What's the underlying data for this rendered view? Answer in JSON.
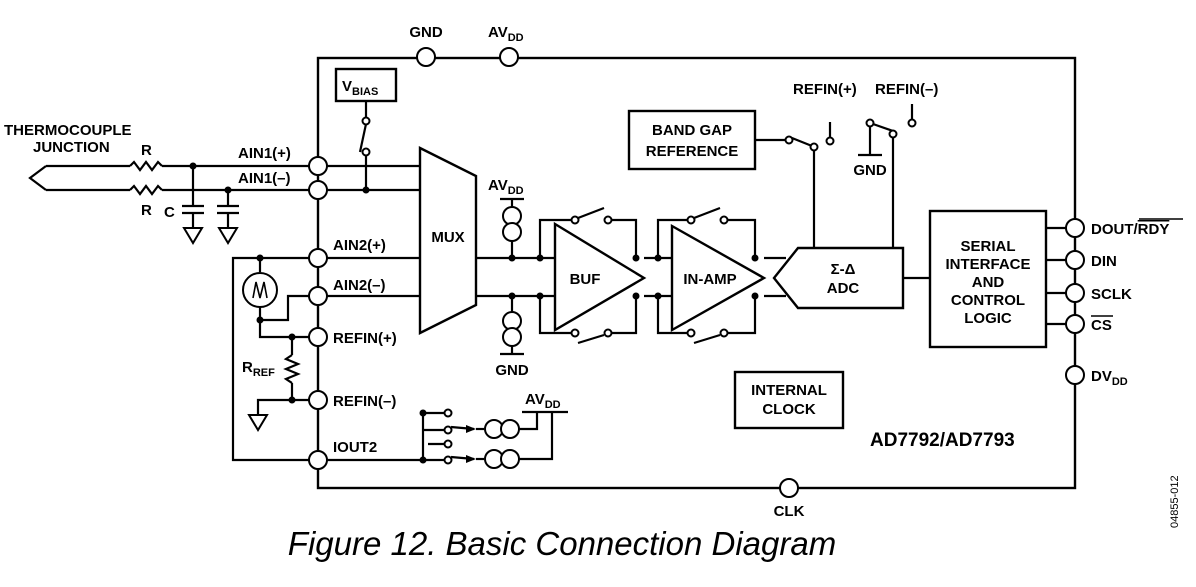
{
  "caption": "Figure 12. Basic Connection Diagram",
  "figure_code": "04855-012",
  "part_number": "AD7792/AD7793",
  "top_pins": {
    "gnd": "GND",
    "avdd": "AV",
    "avdd_sub": "DD"
  },
  "bottom_pin": "CLK",
  "vbias": {
    "main": "V",
    "sub": "BIAS"
  },
  "thermocouple": {
    "line1": "THERMOCOUPLE",
    "line2": "JUNCTION",
    "r_top": "R",
    "r_bottom": "R",
    "cap": "C"
  },
  "left_pins": [
    "AIN1(+)",
    "AIN1(–)",
    "AIN2(+)",
    "AIN2(–)",
    "REFIN(+)",
    "REFIN(–)",
    "IOUT2"
  ],
  "rref": {
    "main": "R",
    "sub": "REF"
  },
  "mux": "MUX",
  "buf": "BUF",
  "inamp": "IN-AMP",
  "adc": {
    "line1": "Σ-Δ",
    "line2": "ADC"
  },
  "bandgap": {
    "line1": "BAND GAP",
    "line2": "REFERENCE"
  },
  "refin_labels": {
    "pos": "REFIN(+)",
    "neg": "REFIN(–)"
  },
  "internal_gnd": "GND",
  "internal_avdd": {
    "main": "AV",
    "sub": "DD"
  },
  "current_avdd": {
    "main": "AV",
    "sub": "DD"
  },
  "internal_clock": {
    "line1": "INTERNAL",
    "line2": "CLOCK"
  },
  "serial": {
    "line1": "SERIAL",
    "line2": "INTERFACE",
    "line3": "AND",
    "line4": "CONTROL",
    "line5": "LOGIC"
  },
  "right_pins": {
    "dout": "DOUT/",
    "rdy": "RDY",
    "din": "DIN",
    "sclk": "SCLK",
    "cs": "CS",
    "dvdd_main": "DV",
    "dvdd_sub": "DD"
  }
}
